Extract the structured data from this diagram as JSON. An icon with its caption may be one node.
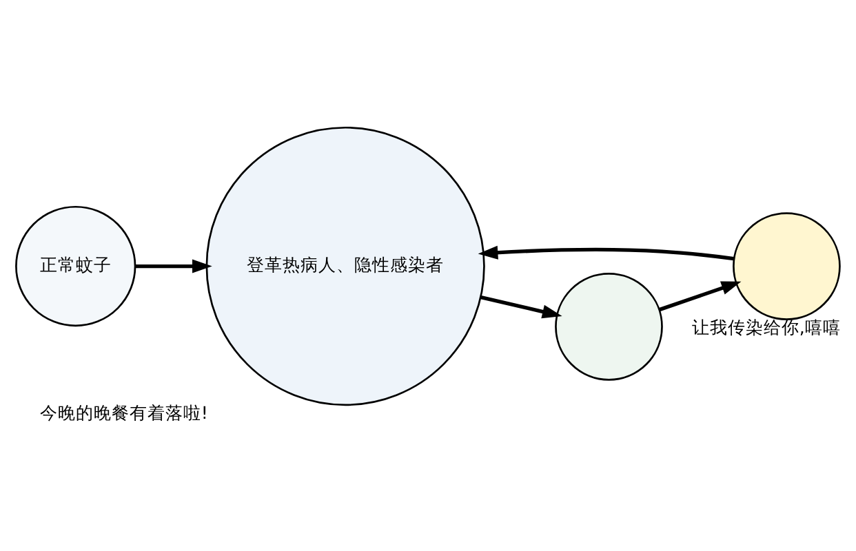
{
  "diagram": {
    "nodes": [
      {
        "text": [
          "正常蚊子"
        ]
      },
      {
        "text": [],
        "shape": "circle",
        "beside": [
          "让我传染给你,嘻嘻"
        ]
      },
      {
        "text": [
          "登革热病人、隐性感染者"
        ],
        "beside": [
          "今晚的晚餐有着落啦!"
        ]
      },
      {
        "text": [],
        "shape": "circle"
      }
    ],
    "edges": [
      {
        "from": 0,
        "to": 2,
        "arrow": "to"
      },
      {
        "from": 1,
        "to": 2,
        "arrow": "to"
      },
      {
        "from": 2,
        "to": 3,
        "arrow": "to"
      },
      {
        "from": 3,
        "to": 1,
        "arrow": "to"
      }
    ]
  }
}
